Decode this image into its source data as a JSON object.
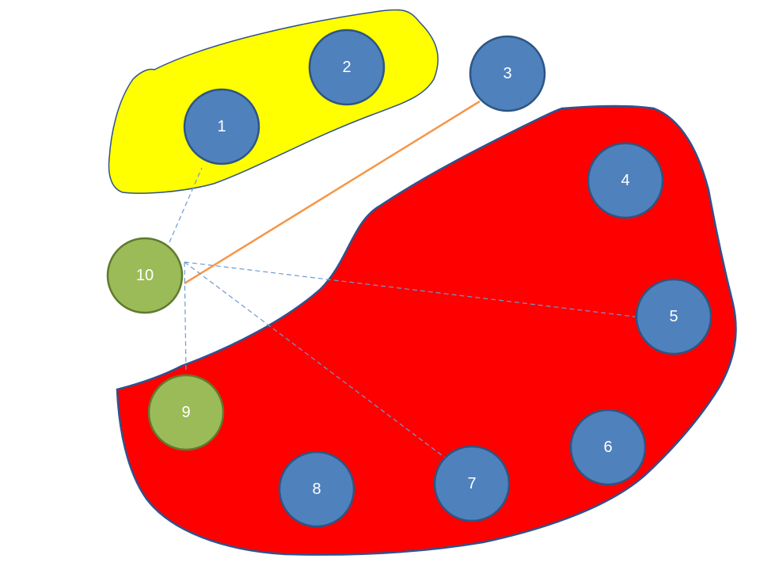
{
  "diagram": {
    "colors": {
      "yellow_region": "#ffff00",
      "red_region": "#ff0000",
      "region_outline": "#2f528f",
      "blue_node": "#4f81bd",
      "blue_node_outline": "#2e5583",
      "green_node": "#9bbb59",
      "green_node_outline": "#5f7a2e",
      "dashed_edge": "#6f9ad1",
      "solid_edge": "#f79646"
    },
    "regions": [
      {
        "id": "yellow",
        "members": [
          "1",
          "2"
        ]
      },
      {
        "id": "red",
        "members": [
          "4",
          "5",
          "6",
          "7",
          "8",
          "9"
        ]
      }
    ],
    "nodes": [
      {
        "id": "1",
        "label": "1",
        "kind": "blue"
      },
      {
        "id": "2",
        "label": "2",
        "kind": "blue"
      },
      {
        "id": "3",
        "label": "3",
        "kind": "blue"
      },
      {
        "id": "4",
        "label": "4",
        "kind": "blue"
      },
      {
        "id": "5",
        "label": "5",
        "kind": "blue"
      },
      {
        "id": "6",
        "label": "6",
        "kind": "blue"
      },
      {
        "id": "7",
        "label": "7",
        "kind": "blue"
      },
      {
        "id": "8",
        "label": "8",
        "kind": "blue"
      },
      {
        "id": "9",
        "label": "9",
        "kind": "green"
      },
      {
        "id": "10",
        "label": "10",
        "kind": "green"
      }
    ],
    "edges": [
      {
        "from": "10",
        "to": "1",
        "style": "dashed"
      },
      {
        "from": "10",
        "to": "3",
        "style": "solid"
      },
      {
        "from": "10",
        "to": "5",
        "style": "dashed"
      },
      {
        "from": "10",
        "to": "7",
        "style": "dashed"
      },
      {
        "from": "10",
        "to": "9",
        "style": "dashed"
      }
    ]
  }
}
